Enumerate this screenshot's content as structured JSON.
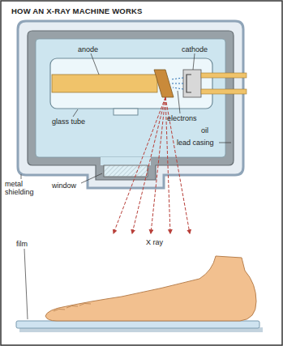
{
  "diagram": {
    "title": "HOW AN X-RAY MACHINE WORKS",
    "labels": [
      "anode",
      "cathode",
      "electrons",
      "glass tube",
      "oil",
      "lead casing",
      "window",
      "metal shielding",
      "X ray",
      "film"
    ]
  }
}
